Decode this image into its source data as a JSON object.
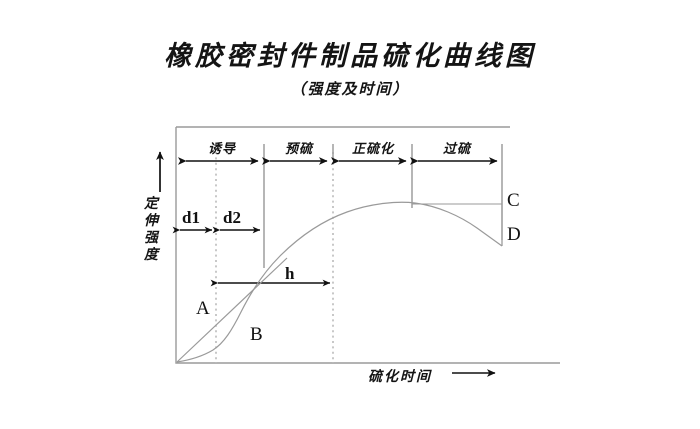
{
  "header": {
    "title": "橡胶密封件制品硫化曲线图",
    "subtitle": "（强度及时间）"
  },
  "axes": {
    "y_label": "定伸强度",
    "x_label": "硫化时间",
    "x_arrow": "⟶",
    "y_arrow_icon": "up-arrow-icon"
  },
  "phases": [
    {
      "label": "诱导"
    },
    {
      "label": "预硫"
    },
    {
      "label": "正硫化"
    },
    {
      "label": "过硫"
    }
  ],
  "annotations": {
    "d1": "d1",
    "d2": "d2",
    "h": "h"
  },
  "points": {
    "A": "A",
    "B": "B",
    "C": "C",
    "D": "D"
  },
  "colors": {
    "curve": "#9a9a9a",
    "frame": "#9a9a9a",
    "ink": "#141414",
    "dotted": "#b4b4b4",
    "background": "#ffffff"
  },
  "chart_data": {
    "type": "line",
    "title": "橡胶密封件制品硫化曲线图",
    "subtitle": "（强度及时间）",
    "xlabel": "硫化时间",
    "ylabel": "定伸强度",
    "grid": "dotted-vertical",
    "legend": "none",
    "xlim": [
      0,
      100
    ],
    "ylim": [
      0,
      100
    ],
    "phase_boundaries": [
      {
        "label": "诱导",
        "x_start": 0,
        "x_end": 27,
        "style": "solid"
      },
      {
        "label": "预硫",
        "x_start": 27,
        "x_end": 48,
        "style": "solid"
      },
      {
        "label": "正硫化",
        "x_start": 48,
        "x_end": 72,
        "style": "solid"
      },
      {
        "label": "过硫",
        "x_start": 72,
        "x_end": 100,
        "style": "solid"
      }
    ],
    "dotted_gridlines_x": [
      12,
      48
    ],
    "series": [
      {
        "name": "A",
        "type": "line-straight",
        "description": "理论直线 (straight reference line from origin)",
        "x": [
          0,
          12,
          27,
          40
        ],
        "y": [
          0,
          18,
          40,
          58
        ]
      },
      {
        "name": "B",
        "type": "line-sigmoid",
        "description": "实际硫化曲线 S 形 (actual vulcanization S-curve)",
        "x": [
          0,
          6,
          12,
          18,
          24,
          30,
          38,
          48,
          58,
          66,
          72,
          80,
          88,
          95,
          100
        ],
        "y": [
          0,
          2,
          4,
          7,
          16,
          32,
          48,
          64,
          76,
          83,
          85,
          82,
          76,
          70,
          66
        ]
      }
    ],
    "markers": [
      {
        "name": "A",
        "x": 9,
        "y": 24,
        "note": "理论直线标注"
      },
      {
        "name": "B",
        "x": 27,
        "y": 12,
        "note": "实际曲线标注"
      },
      {
        "name": "C",
        "x": 100,
        "y": 85,
        "note": "最大定伸强度 (peak modulus)"
      },
      {
        "name": "D",
        "x": 100,
        "y": 66,
        "note": "过硫后强度下降 (reversion)"
      }
    ],
    "measure_arrows": [
      {
        "label": "d1",
        "x_start": 0,
        "x_end": 12,
        "y": 60
      },
      {
        "label": "d2",
        "x_start": 12,
        "x_end": 27,
        "y": 60
      },
      {
        "label": "h",
        "x_start": 12,
        "x_end": 48,
        "y": 40
      }
    ]
  }
}
